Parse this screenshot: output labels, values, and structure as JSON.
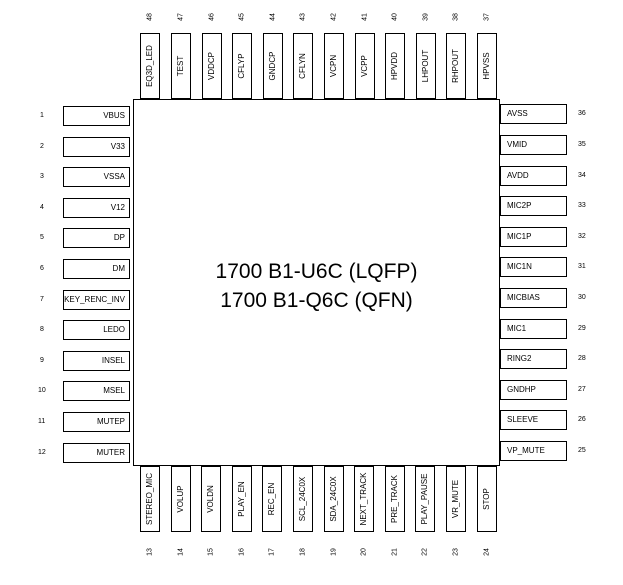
{
  "chip": {
    "title_line1": "1700 B1-U6C (LQFP)",
    "title_line2": "1700 B1-Q6C (QFN)"
  },
  "pins": {
    "left": [
      {
        "num": "1",
        "label": "VBUS"
      },
      {
        "num": "2",
        "label": "V33"
      },
      {
        "num": "3",
        "label": "VSSA"
      },
      {
        "num": "4",
        "label": "V12"
      },
      {
        "num": "5",
        "label": "DP"
      },
      {
        "num": "6",
        "label": "DM"
      },
      {
        "num": "7",
        "label": "KEY_RENC_INV"
      },
      {
        "num": "8",
        "label": "LEDO"
      },
      {
        "num": "9",
        "label": "INSEL"
      },
      {
        "num": "10",
        "label": "MSEL"
      },
      {
        "num": "11",
        "label": "MUTEP"
      },
      {
        "num": "12",
        "label": "MUTER"
      }
    ],
    "bottom": [
      {
        "num": "13",
        "label": "STEREO_MIC"
      },
      {
        "num": "14",
        "label": "VOLUP"
      },
      {
        "num": "15",
        "label": "VOLDN"
      },
      {
        "num": "16",
        "label": "PLAY_EN"
      },
      {
        "num": "17",
        "label": "REC_EN"
      },
      {
        "num": "18",
        "label": "SCL_24C0X"
      },
      {
        "num": "19",
        "label": "SDA_24C0X"
      },
      {
        "num": "20",
        "label": "NEXT_TRACK"
      },
      {
        "num": "21",
        "label": "PRE_TRACK"
      },
      {
        "num": "22",
        "label": "PLAY_PAUSE"
      },
      {
        "num": "23",
        "label": "VR_MUTE"
      },
      {
        "num": "24",
        "label": "STOP"
      }
    ],
    "right": [
      {
        "num": "25",
        "label": "VP_MUTE"
      },
      {
        "num": "26",
        "label": "SLEEVE"
      },
      {
        "num": "27",
        "label": "GNDHP"
      },
      {
        "num": "28",
        "label": "RING2"
      },
      {
        "num": "29",
        "label": "MIC1"
      },
      {
        "num": "30",
        "label": "MICBIAS"
      },
      {
        "num": "31",
        "label": "MIC1N"
      },
      {
        "num": "32",
        "label": "MIC1P"
      },
      {
        "num": "33",
        "label": "MIC2P"
      },
      {
        "num": "34",
        "label": "AVDD"
      },
      {
        "num": "35",
        "label": "VMID"
      },
      {
        "num": "36",
        "label": "AVSS"
      }
    ],
    "top": [
      {
        "num": "37",
        "label": "HPVSS"
      },
      {
        "num": "38",
        "label": "RHPOUT"
      },
      {
        "num": "39",
        "label": "LHPOUT"
      },
      {
        "num": "40",
        "label": "HPVDD"
      },
      {
        "num": "41",
        "label": "VCPP"
      },
      {
        "num": "42",
        "label": "VCPN"
      },
      {
        "num": "43",
        "label": "CFLYN"
      },
      {
        "num": "44",
        "label": "GNDCP"
      },
      {
        "num": "45",
        "label": "CFLYP"
      },
      {
        "num": "46",
        "label": "VDDCP"
      },
      {
        "num": "47",
        "label": "TEST"
      },
      {
        "num": "48",
        "label": "EQ3D_LED"
      }
    ]
  }
}
